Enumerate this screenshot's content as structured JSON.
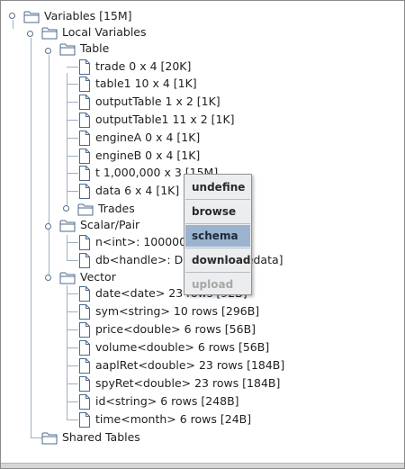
{
  "tree": {
    "root": "Variables [15M]",
    "local": "Local Variables",
    "table_group": "Table",
    "table_items": [
      "trade 0 x 4 [20K]",
      "table1 10 x 4 [1K]",
      "outputTable 1 x 2 [1K]",
      "outputTable1 11 x 2 [1K]",
      "engineA 0 x 4 [1K]",
      "engineB 0 x 4 [1K]",
      "t 1,000,000 x 3 [15M]",
      "data 6 x 4 [1K]"
    ],
    "trades": "Trades",
    "scalar_group": "Scalar/Pair",
    "scalar_items": [
      "n<int>: 1000000",
      "db<handle>: DB[dfs://tradedata]"
    ],
    "vector_group": "Vector",
    "vector_items": [
      "date<date> 23 rows [92B]",
      "sym<string> 10 rows [296B]",
      "price<double> 6 rows [56B]",
      "volume<double> 6 rows [56B]",
      "aaplRet<double> 23 rows [184B]",
      "spyRet<double> 23 rows [184B]",
      "id<string> 6 rows [248B]",
      "time<month> 6 rows [24B]"
    ],
    "shared": "Shared Tables"
  },
  "context_menu": {
    "undefine": "undefine",
    "browse": "browse",
    "schema": "schema",
    "download": "download",
    "upload": "upload"
  },
  "icons": {
    "folder": "folder-icon",
    "document": "document-icon",
    "toggle": "expand-toggle-icon"
  },
  "colors": {
    "selected_menu_item": "#9bb3cf",
    "tree_line": "#9fb0c4",
    "disabled_text": "#a7a7a7"
  }
}
